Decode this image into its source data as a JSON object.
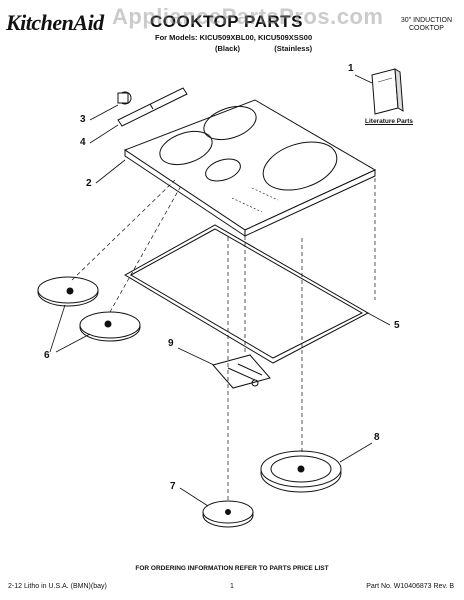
{
  "header": {
    "brand": "KitchenAid",
    "title": "COOKTOP PARTS",
    "models_line": "For Models: KICU509XBL00, KICU509XSS00",
    "variant_black": "(Black)",
    "variant_stainless": "(Stainless)",
    "product_line1": "30\" INDUCTION",
    "product_line2": "COOKTOP"
  },
  "watermark": "AppliancePartsPros.com",
  "callouts": [
    "1",
    "2",
    "3",
    "4",
    "5",
    "6",
    "7",
    "8",
    "9"
  ],
  "literature_label": "Literature Parts",
  "ordering_note": "FOR ORDERING INFORMATION REFER TO PARTS PRICE LIST",
  "footer": {
    "left": "2-12 Litho in U.S.A. (BMN)(bay)",
    "page": "1",
    "right": "Part No. W10406873 Rev. B"
  },
  "colors": {
    "line": "#111111",
    "watermark": "#8c8c8c"
  }
}
